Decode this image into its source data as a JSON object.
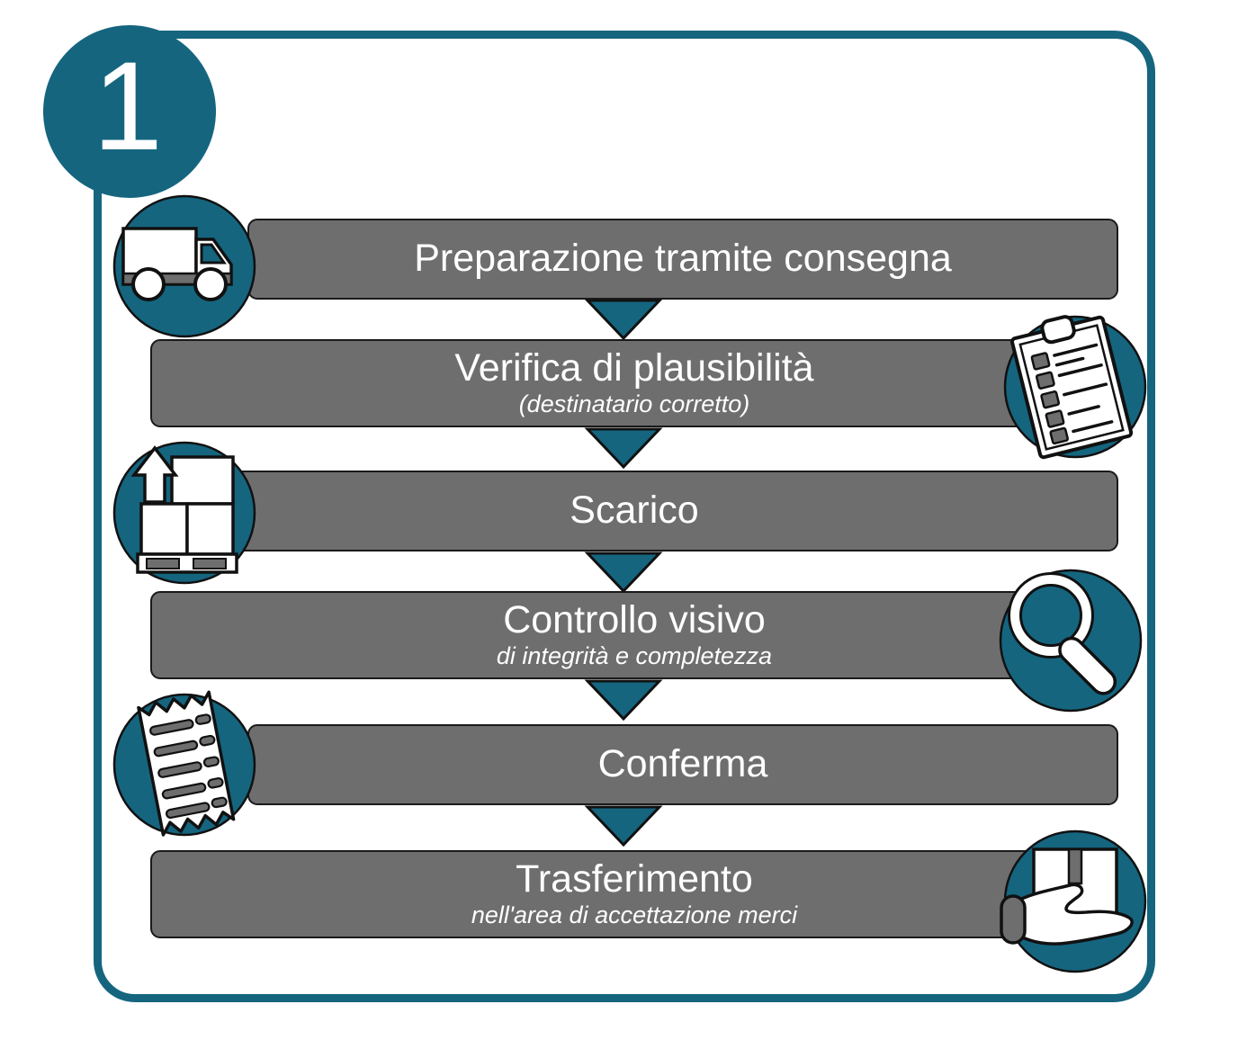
{
  "diagram": {
    "step_number": "1",
    "accent_color": "#15657f",
    "bar_color": "#6e6e6e",
    "text_color": "#ffffff",
    "outline_color": "#1a1a1a"
  },
  "steps": [
    {
      "title": "Preparazione tramite consegna",
      "subtitle": "",
      "icon": "delivery-truck-icon",
      "icon_side": "left"
    },
    {
      "title": "Verifica di plausibilità",
      "subtitle": "(destinatario corretto)",
      "icon": "clipboard-checklist-icon",
      "icon_side": "right"
    },
    {
      "title": "Scarico",
      "subtitle": "",
      "icon": "pallet-unload-icon",
      "icon_side": "left"
    },
    {
      "title": "Controllo visivo",
      "subtitle": "di integrità e completezza",
      "icon": "magnifying-glass-icon",
      "icon_side": "right"
    },
    {
      "title": "Conferma",
      "subtitle": "",
      "icon": "receipt-document-icon",
      "icon_side": "left"
    },
    {
      "title": "Trasferimento",
      "subtitle": "nell'area di accettazione merci",
      "icon": "hand-holding-box-icon",
      "icon_side": "right"
    }
  ],
  "connectors": [
    {
      "name": "arrow-down-icon"
    },
    {
      "name": "arrow-down-icon"
    },
    {
      "name": "arrow-down-icon"
    },
    {
      "name": "arrow-down-icon"
    },
    {
      "name": "arrow-down-icon"
    }
  ]
}
